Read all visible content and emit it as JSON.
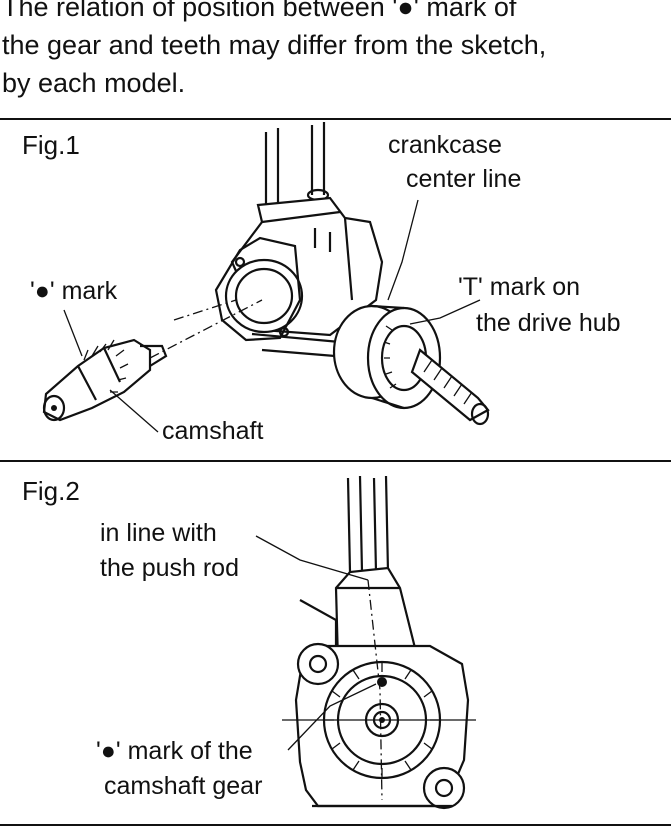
{
  "intro": {
    "line1_a": "The relation of position between '",
    "line1_b": "' mark of",
    "line2": "the gear and teeth may differ from the sketch,",
    "line3": "by each model."
  },
  "fig1": {
    "title": "Fig.1",
    "crankcase_line1": "crankcase",
    "crankcase_line2": "center line",
    "mark_quote_open": "'",
    "mark_quote_close": "' mark",
    "t_mark_line1": "'T' mark on",
    "t_mark_line2": "the drive hub",
    "camshaft": "camshaft"
  },
  "fig2": {
    "title": "Fig.2",
    "push_rod_line1": "in line with",
    "push_rod_line2": "the push rod",
    "mark_line1_open": "'",
    "mark_line1_close": "' mark of the",
    "mark_line2": "camshaft gear"
  }
}
